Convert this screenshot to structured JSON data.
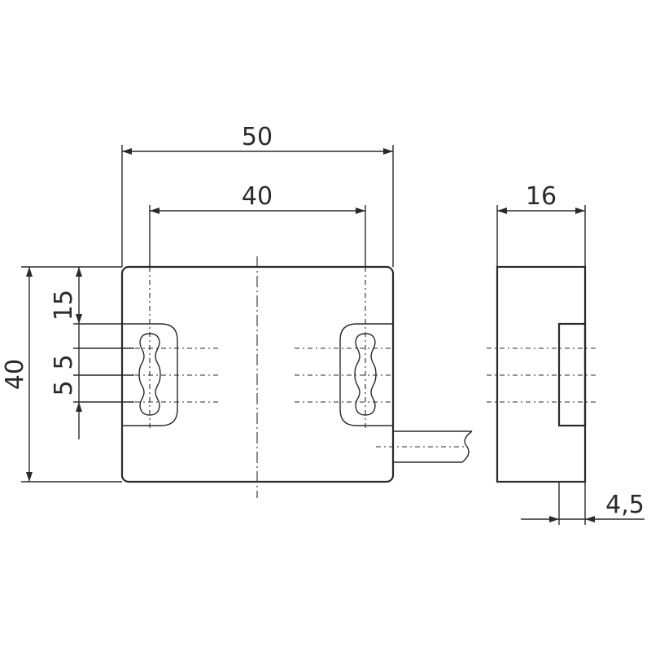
{
  "drawing": {
    "dimensions": {
      "overall_width": "50",
      "hole_spacing": "40",
      "side_depth": "16",
      "step_depth": "4,5",
      "overall_height": "40",
      "top_offset": "15",
      "slot_pitch_upper": "5",
      "slot_pitch_lower": "5"
    }
  }
}
